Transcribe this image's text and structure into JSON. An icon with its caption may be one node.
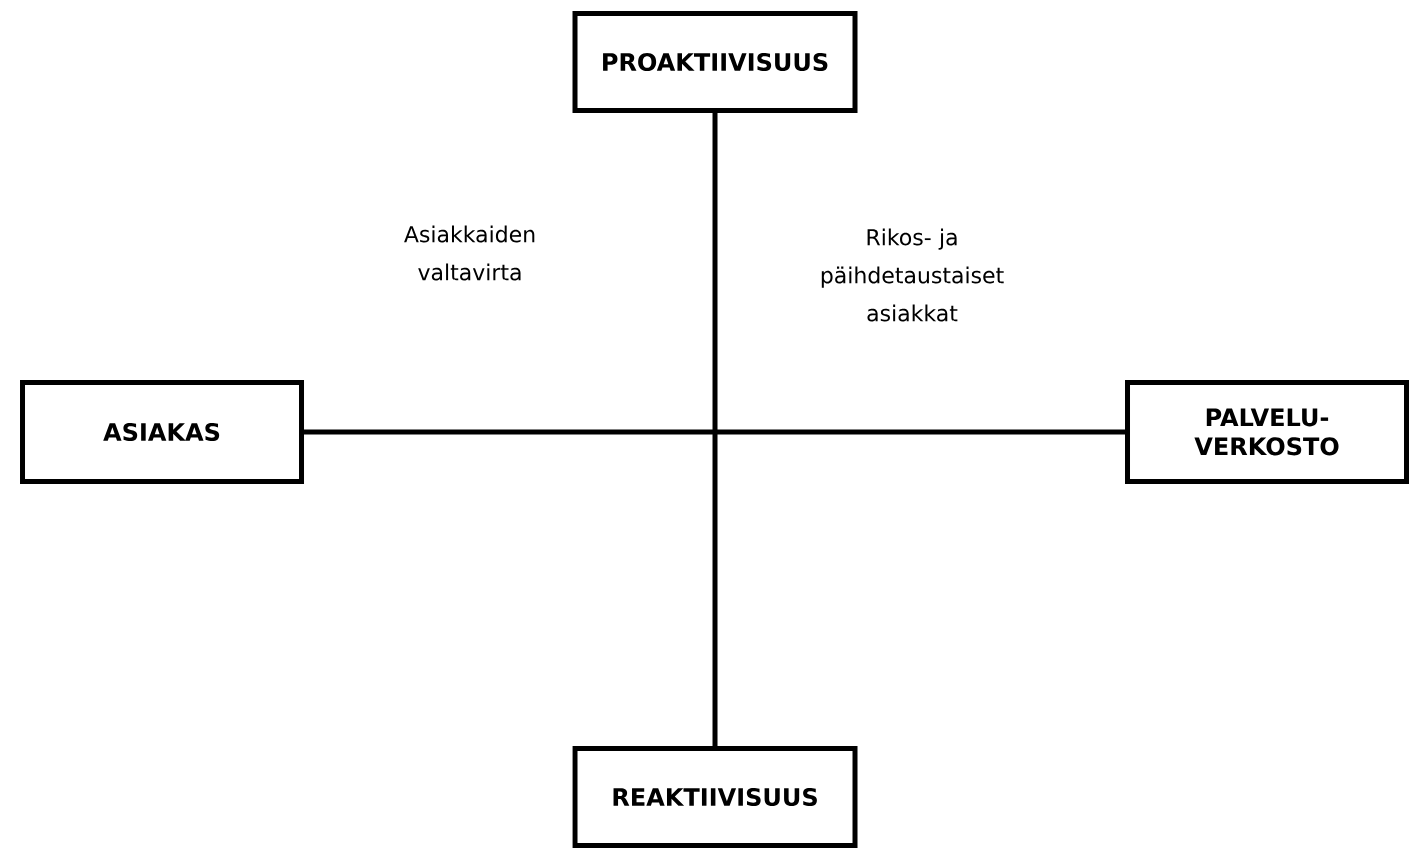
{
  "diagram": {
    "nodes": [
      {
        "text": [
          "PROAKTIIVISUUS"
        ]
      },
      {
        "text": [
          "ASIAKAS"
        ]
      },
      {
        "text": [
          "PALVELU-VERKOSTO"
        ]
      },
      {
        "text": [
          "REAKTIIVISUUS"
        ]
      }
    ],
    "edges": [
      {
        "from": 0,
        "to": 3,
        "arrow": "none"
      },
      {
        "from": 1,
        "to": 2,
        "arrow": "none"
      }
    ],
    "labels": [
      "Asiakkaiden valtavirta",
      "Rikos- ja päihdetaustaiset asiakkat"
    ]
  }
}
